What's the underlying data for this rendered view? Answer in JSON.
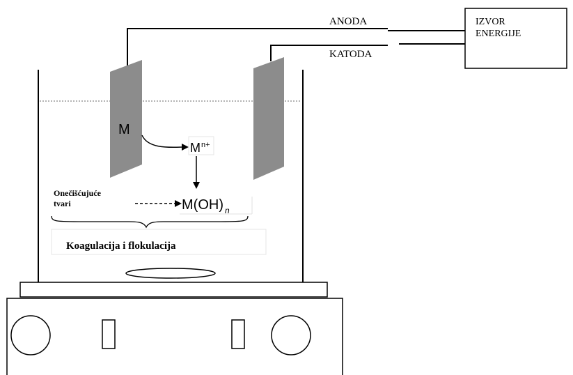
{
  "labels": {
    "anode": "ANODA",
    "cathode": "KATODA",
    "power_source_line1": "IZVOR",
    "power_source_line2": "ENERGIJE",
    "metal": "M",
    "ion_base": "M",
    "ion_charge": "n+",
    "hydroxide_base": "M(OH)",
    "hydroxide_subscript": "n",
    "pollutants_line1": "Onečišćujuće",
    "pollutants_line2": "tvari",
    "coagulation": "Koagulacija i flokulacija"
  },
  "colors": {
    "electrode_fill": "#8c8c8c",
    "line": "#000000",
    "water_surface": "#9a9a9a",
    "background": "#ffffff"
  }
}
